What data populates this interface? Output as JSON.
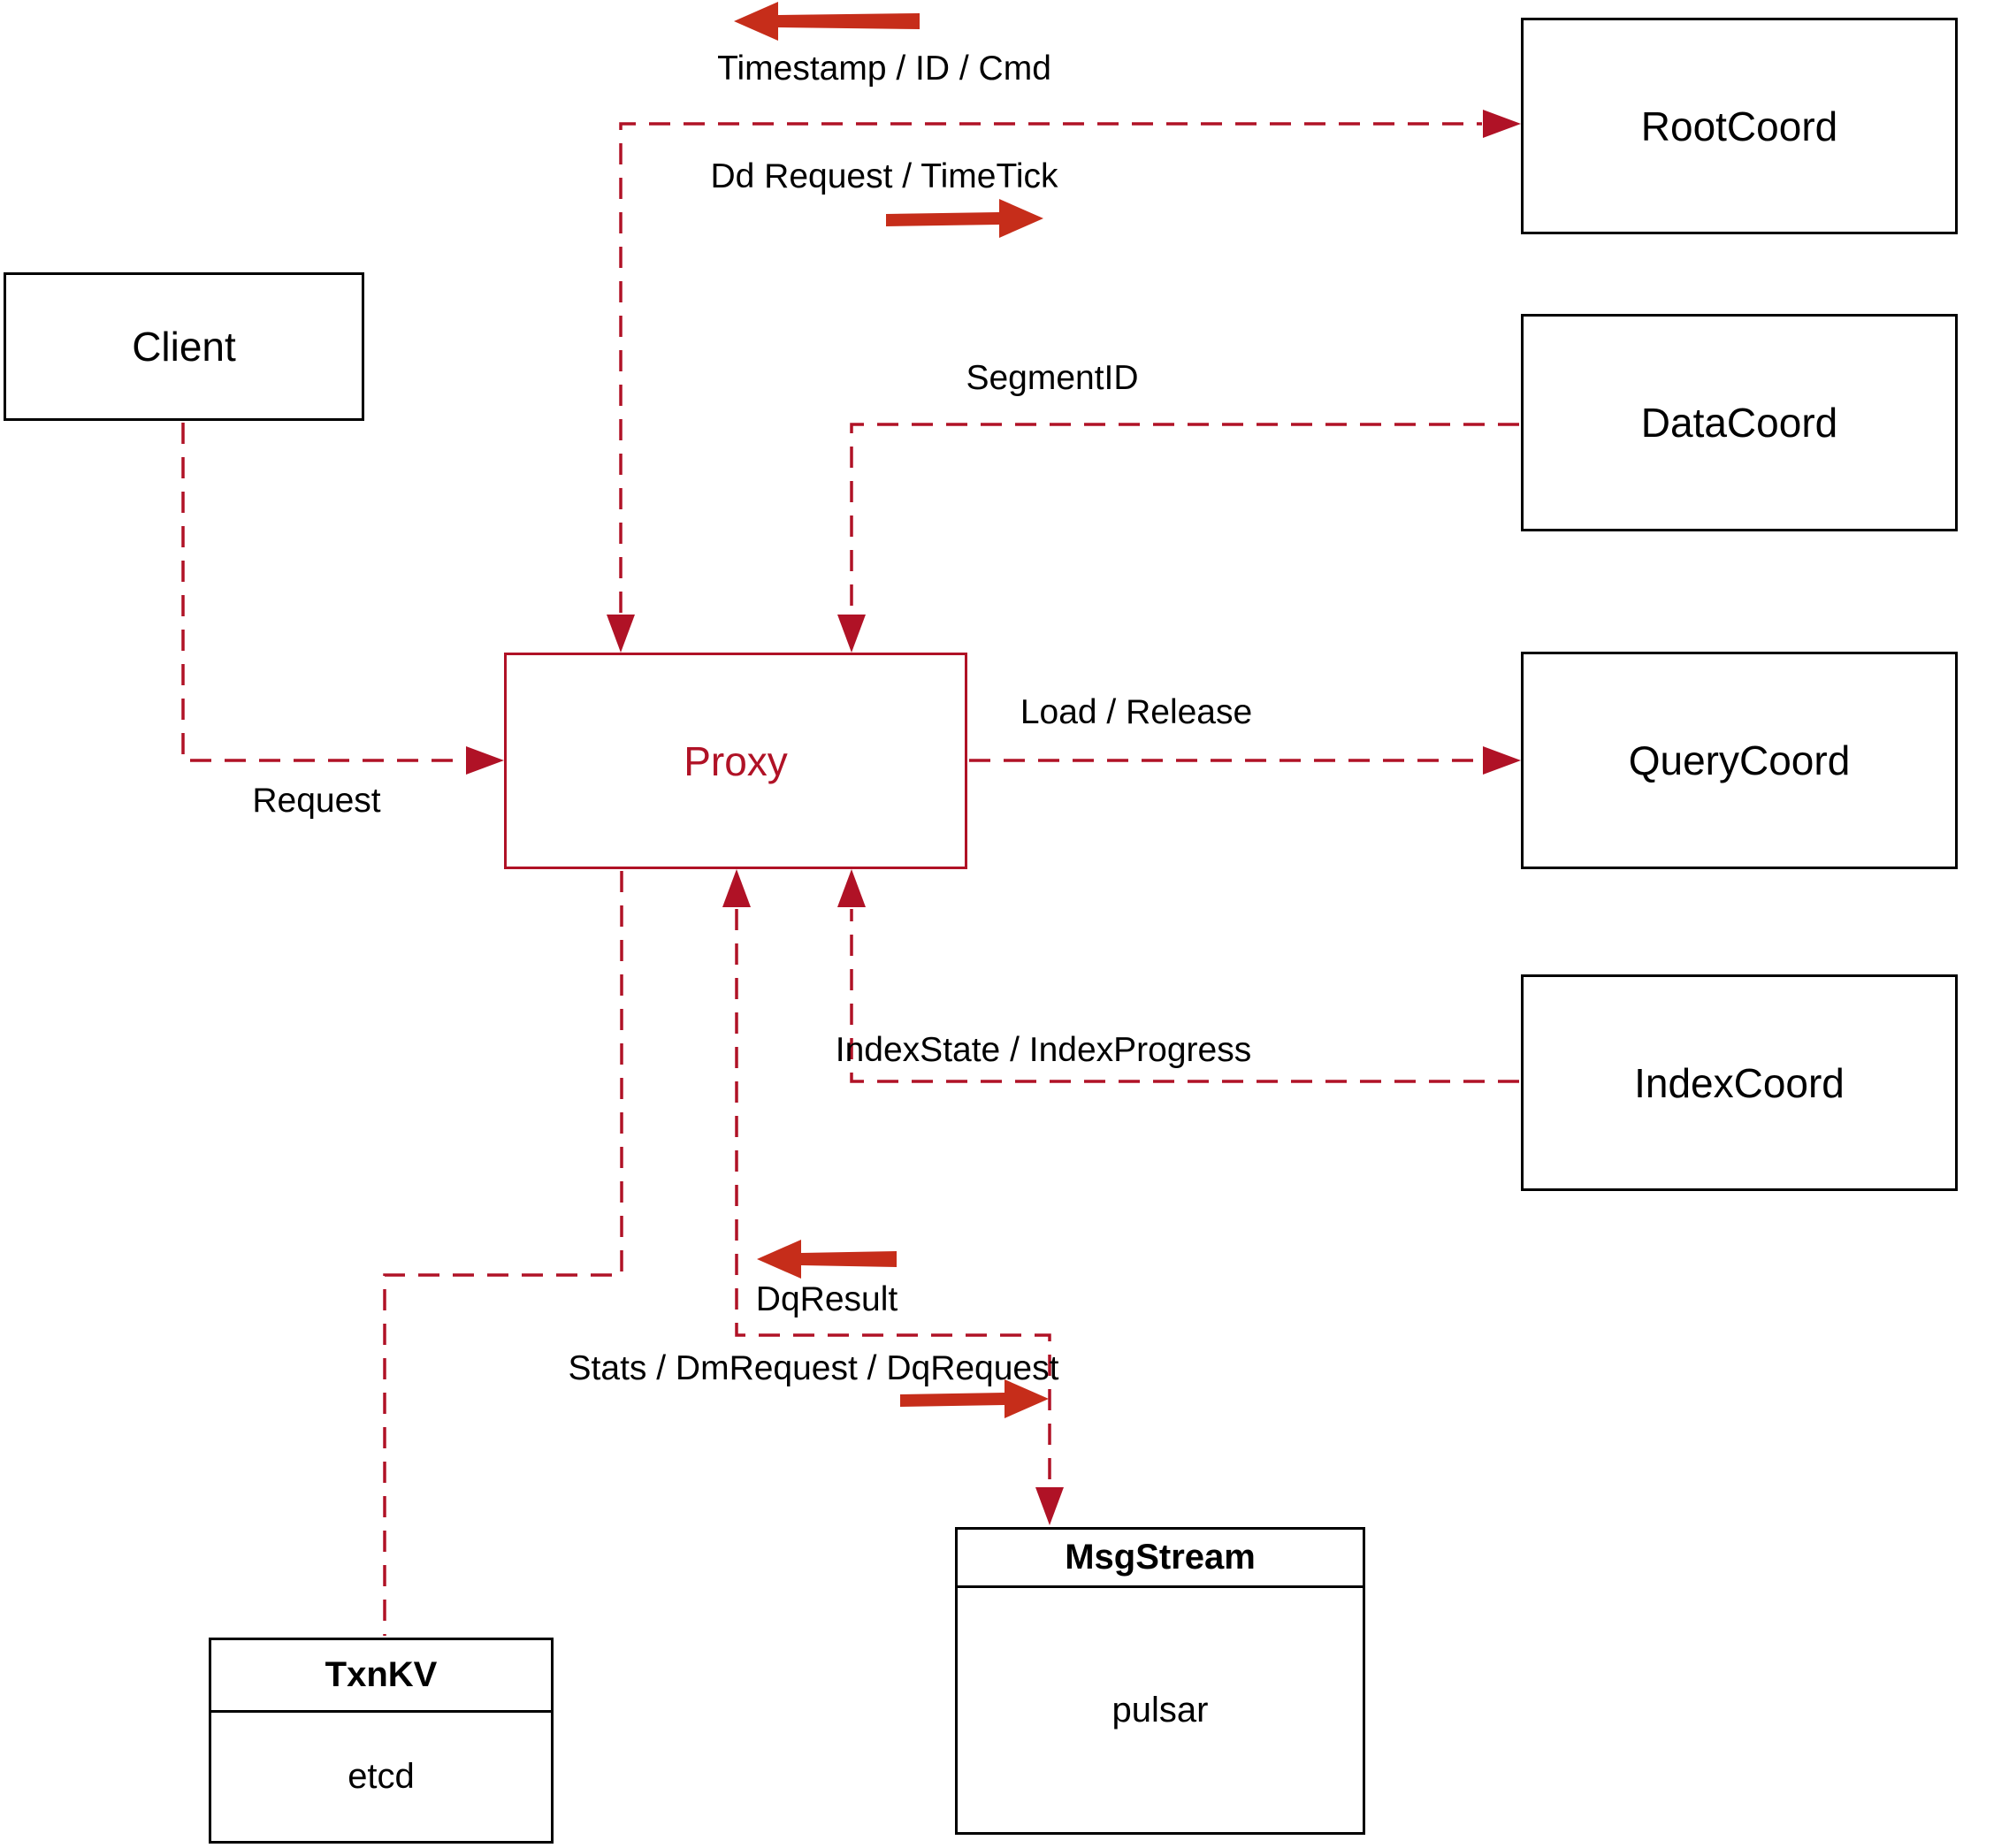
{
  "diagram": {
    "title": "proxy-architecture-diagram",
    "nodes": {
      "client": {
        "label": "Client"
      },
      "proxy": {
        "label": "Proxy"
      },
      "rootcoord": {
        "label": "RootCoord"
      },
      "datacoord": {
        "label": "DataCoord"
      },
      "querycoord": {
        "label": "QueryCoord"
      },
      "indexcoord": {
        "label": "IndexCoord"
      },
      "txnkv": {
        "title": "TxnKV",
        "subtitle": "etcd"
      },
      "msgstream": {
        "title": "MsgStream",
        "subtitle": "pulsar"
      }
    },
    "edge_labels": {
      "timestamp": "Timestamp / ID / Cmd",
      "dd_request": "Dd Request / TimeTick",
      "segment_id": "SegmentID",
      "request": "Request",
      "load_release": "Load / Release",
      "index_state": "IndexState / IndexProgress",
      "dq_result": "DqResult",
      "stats": "Stats / DmRequest / DqRequest"
    },
    "colors": {
      "line_red": "#b01226",
      "arrow_red": "#c62d1a",
      "box_border": "#000000",
      "background": "#ffffff",
      "text": "#000000"
    }
  }
}
